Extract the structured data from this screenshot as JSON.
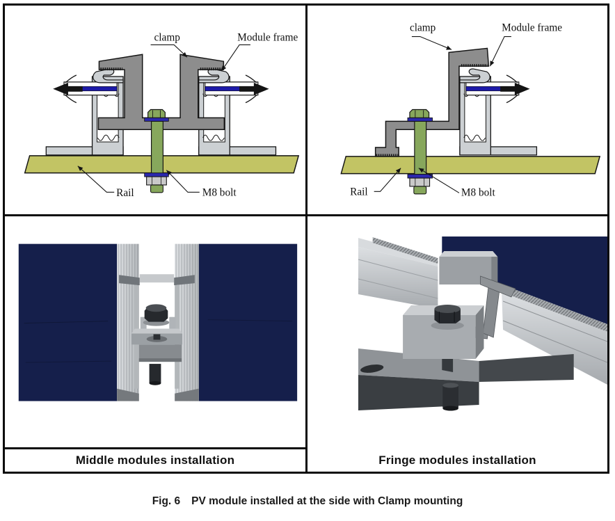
{
  "diagram_labels": {
    "clamp": "clamp",
    "module_frame": "Module frame",
    "rail": "Rail",
    "m8_bolt": "M8 bolt"
  },
  "captions": {
    "middle": "Middle modules installation",
    "fringe": "Fringe modules installation"
  },
  "figure_caption": {
    "number": "Fig. 6",
    "text": "PV module installed at the side with Clamp mounting"
  },
  "colors": {
    "rail": "#c2c464",
    "bolt_green": "#87a75c",
    "washer_blue": "#2b28ad",
    "glass_blue": "#1d1aa8",
    "frame_gray": "#ccd0d3",
    "clamp_gray": "#8d8d8d",
    "nut_gray": "#c9c9c9",
    "panel_navy": "#151f4b",
    "render_alu_light": "#d7dadd",
    "render_alu_mid": "#aeb2b6",
    "render_dark_steel": "#3a3e42",
    "render_bolt_dark": "#26292d"
  }
}
